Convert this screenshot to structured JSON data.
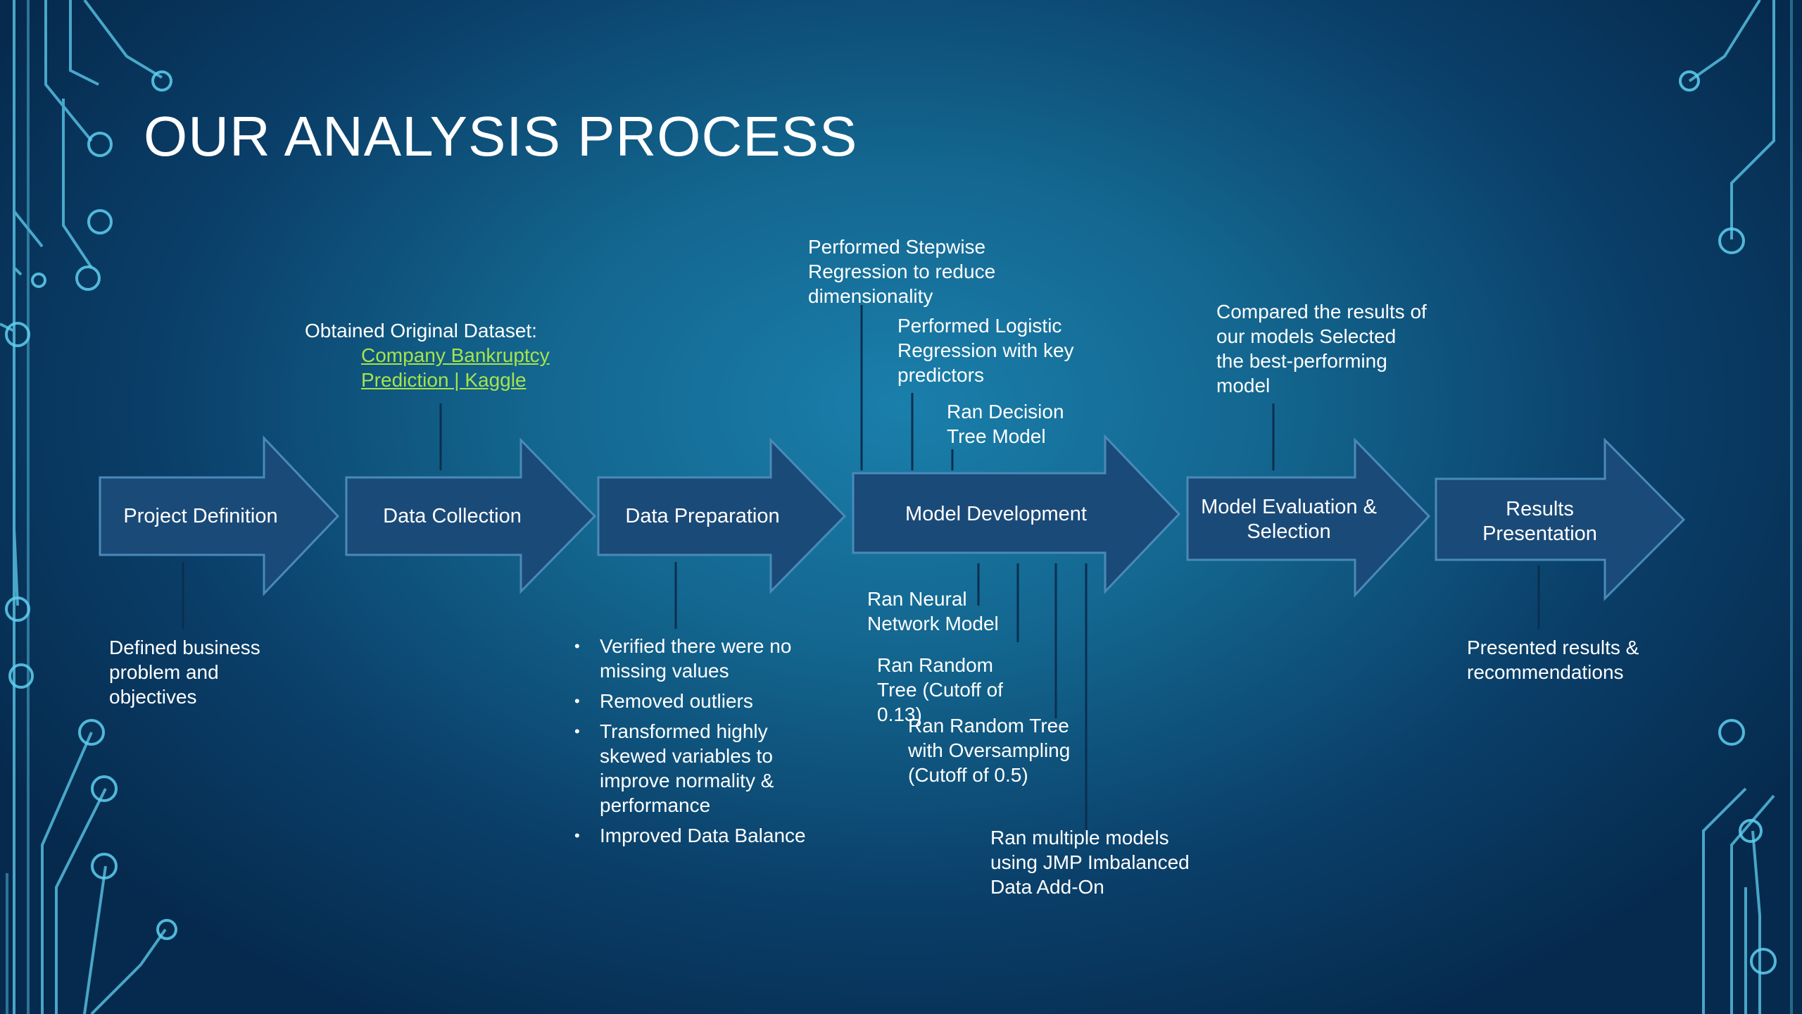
{
  "slide": {
    "title": "OUR ANALYSIS PROCESS"
  },
  "steps": [
    {
      "label": "Project Definition"
    },
    {
      "label": "Data Collection"
    },
    {
      "label": "Data Preparation"
    },
    {
      "label": "Model Development"
    },
    {
      "label": "Model Evaluation & Selection"
    },
    {
      "label": "Results Presentation"
    }
  ],
  "notes": {
    "project_definition": "Defined business problem and objectives",
    "data_collection": {
      "intro": "Obtained Original Dataset:",
      "link_line1": "Company Bankruptcy",
      "link_line2": "Prediction | Kaggle"
    },
    "data_preparation": [
      "Verified there were no missing values",
      "Removed outliers",
      "Transformed highly skewed variables to improve normality & performance",
      "Improved Data Balance"
    ],
    "model_development": {
      "stepwise": "Performed Stepwise Regression to reduce dimensionality",
      "logistic": "Performed Logistic Regression with key predictors",
      "decision_tree": "Ran Decision Tree Model",
      "neural_net": "Ran Neural Network Model",
      "random_tree": "Ran Random Tree (Cutoff of 0.13)",
      "random_tree_oversampling": "Ran Random Tree with Oversampling (Cutoff of 0.5)",
      "jmp_imbalanced": "Ran multiple models using JMP Imbalanced Data Add-On"
    },
    "model_evaluation": "Compared the results of our models Selected the best-performing model",
    "results_presentation": "Presented results & recommendations"
  },
  "colors": {
    "arrow_fill": "#1a4a78",
    "arrow_stroke": "#4a8ab8",
    "link": "#a6e34b",
    "circuit": "#5fd0f0"
  }
}
